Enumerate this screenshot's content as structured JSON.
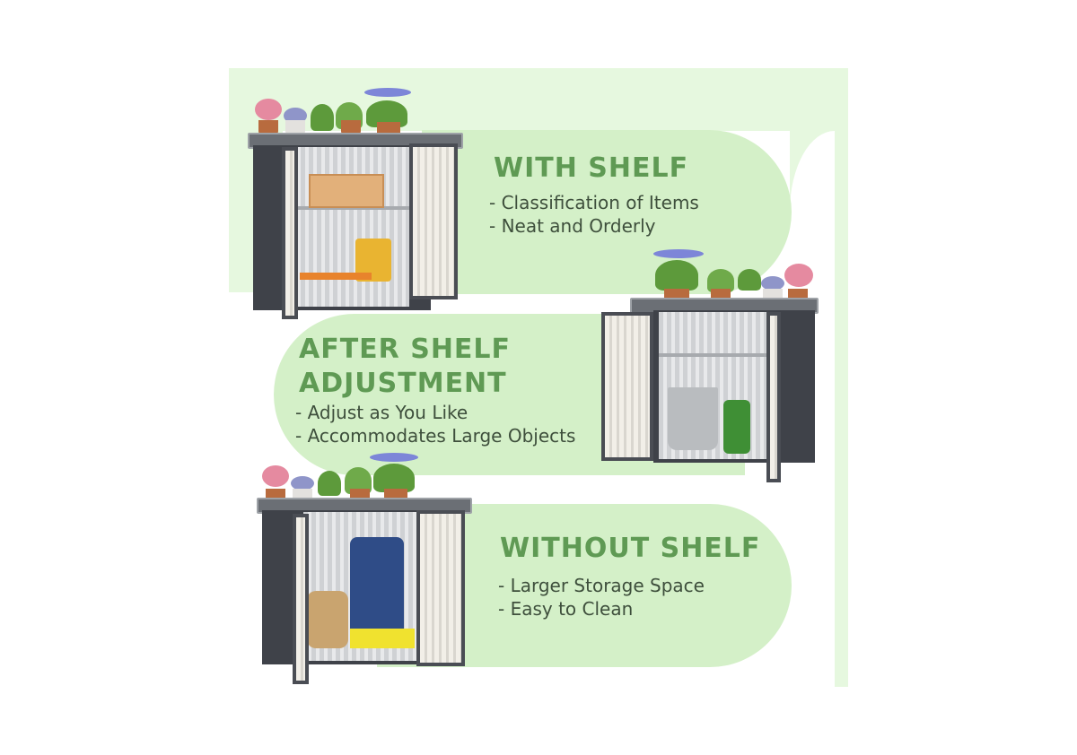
{
  "colors": {
    "heading": "#5f9a54",
    "body_text": "#3e4f3c",
    "pill_fill": "#d4f0c8",
    "band_fill": "#e6f8df",
    "shed_frame": "#3f4249"
  },
  "sections": [
    {
      "heading": "WITH SHELF",
      "bullets": [
        "- Classification of Items",
        "- Neat and Orderly"
      ],
      "image": "shed-with-shelf-open (crate, watering can, tools)"
    },
    {
      "heading_line1": "AFTER SHELF",
      "heading_line2": "ADJUSTMENT",
      "bullets": [
        "- Adjust as You Like",
        "- Accommodates Large Objects"
      ],
      "image": "shed-shelf-raised (bucket, green boots)"
    },
    {
      "heading": "WITHOUT SHELF",
      "bullets": [
        "- Larger Storage Space",
        "- Easy to Clean"
      ],
      "image": "shed-no-shelf (soil bag, blue sack)"
    }
  ]
}
